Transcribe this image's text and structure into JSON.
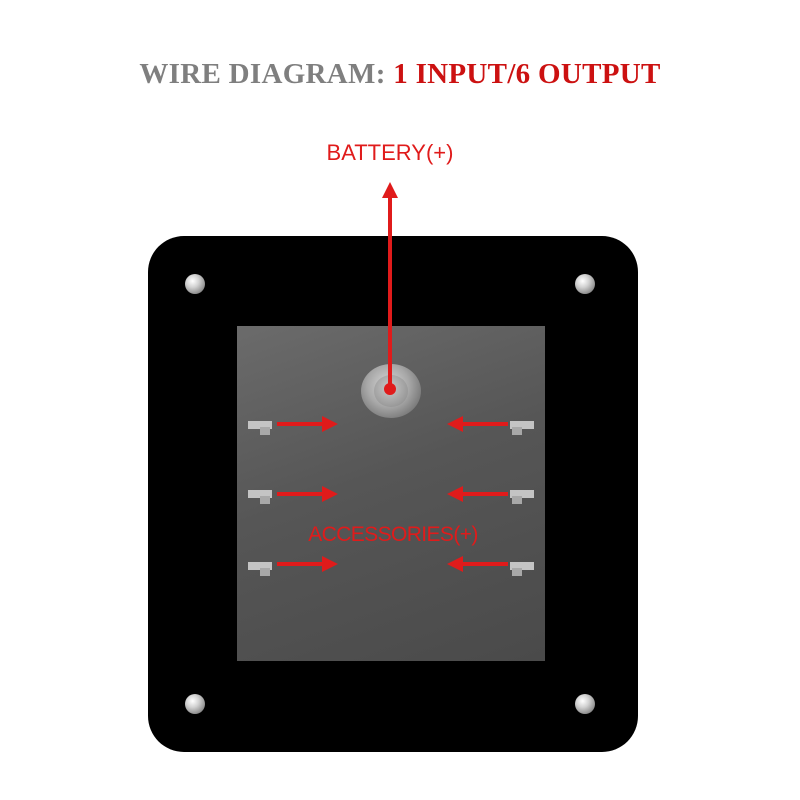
{
  "title": {
    "prefix": "WIRE DIAGRAM: ",
    "suffix": "1 INPUT/6 OUTPUT"
  },
  "battery_label": "BATTERY(+)",
  "accessories_label": "ACCESSORIES(+)",
  "colors": {
    "title_gray": "#7f7f7f",
    "accent_red": "#e01b1b",
    "panel": "#000000",
    "plate": "#565656"
  }
}
